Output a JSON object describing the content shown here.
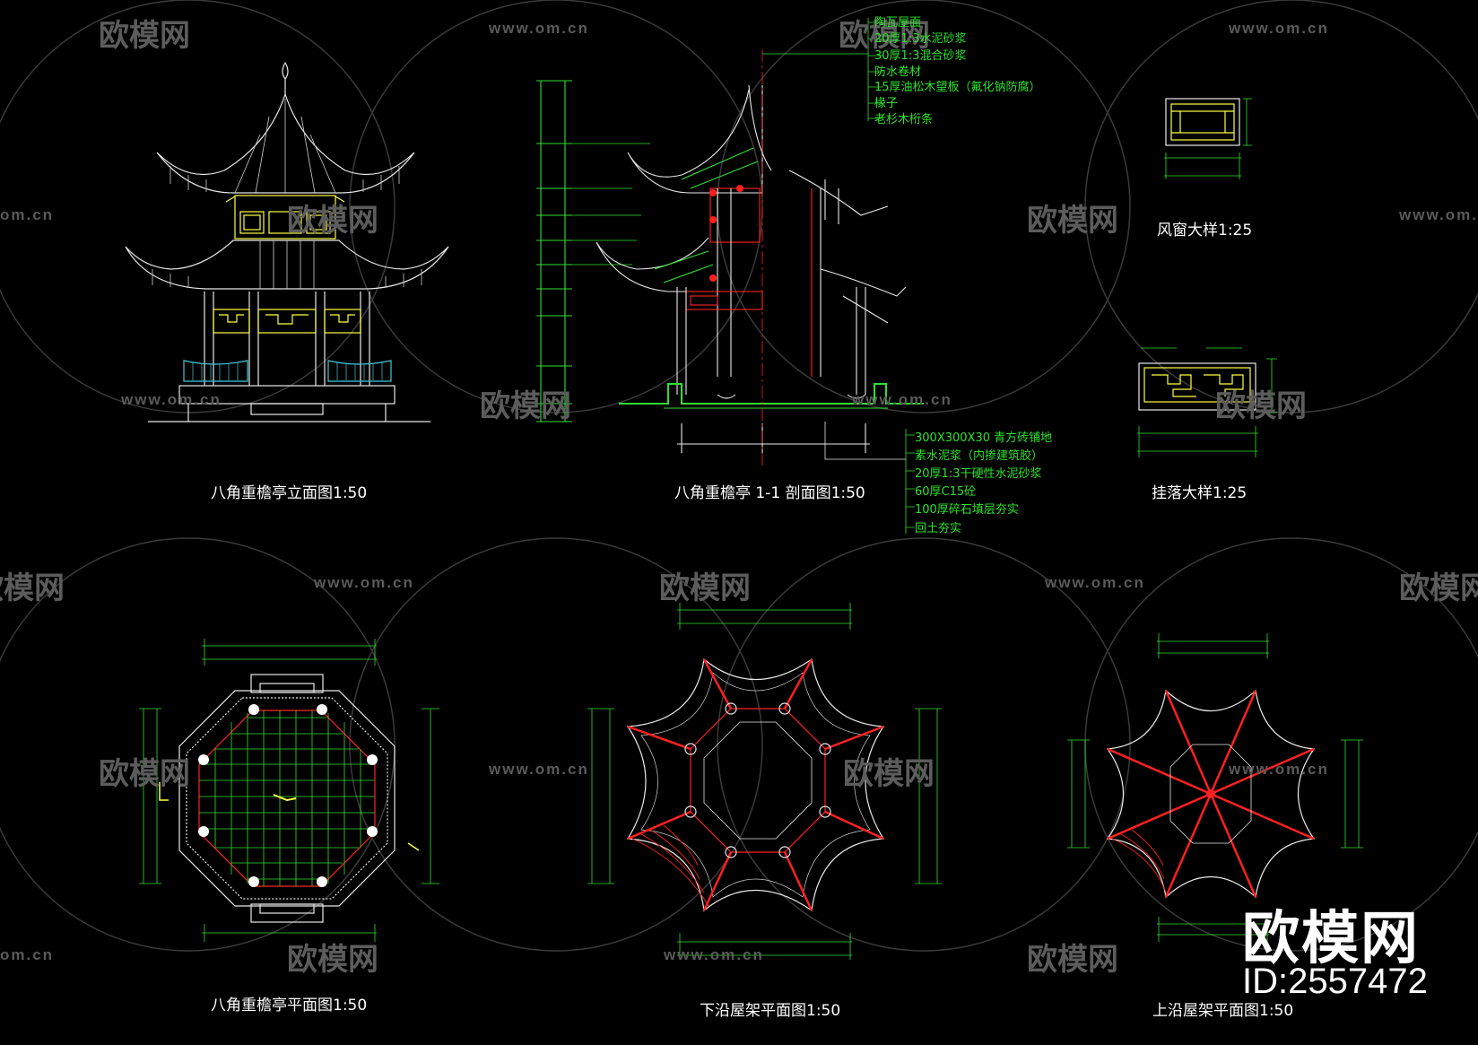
{
  "drawings": {
    "elevation_title": "八角重檐亭立面图1:50",
    "section_title": "八角重檐亭 1-1 剖面图1:50",
    "window_title": "风窗大样1:25",
    "hanging_title": "挂落大样1:25",
    "plan_title": "八角重檐亭平面图1:50",
    "lower_roof_title": "下沿屋架平面图1:50",
    "upper_roof_title": "上沿屋架平面图1:50"
  },
  "roof_notes": [
    "陶瓦屋面",
    "20厚1:3水泥砂浆",
    "30厚1:3混合砂浆",
    "防水卷材",
    "15厚油松木望板（氟化钠防腐）",
    "椽子",
    "老杉木桁条"
  ],
  "floor_notes": [
    "300X300X30 青方砖铺地",
    "素水泥浆（内掺建筑胶）",
    "20厚1:3干硬性水泥砂浆",
    "60厚C15砼",
    "100厚碎石填层夯实",
    "回土夯实"
  ],
  "watermark": {
    "url": "www.om.cn",
    "logo": "欧模网",
    "partial_url": "om.cn",
    "partial_logo": "欧模网"
  },
  "brand": {
    "name": "欧模网",
    "id": "ID:2557472"
  },
  "colors": {
    "background": "#000000",
    "line_white": "#e8e8e8",
    "line_yellow": "#ffff40",
    "line_green": "#2fe02f",
    "line_red": "#ff2020",
    "line_cyan": "#40c8d8",
    "watermark": "#5a5a5a"
  }
}
